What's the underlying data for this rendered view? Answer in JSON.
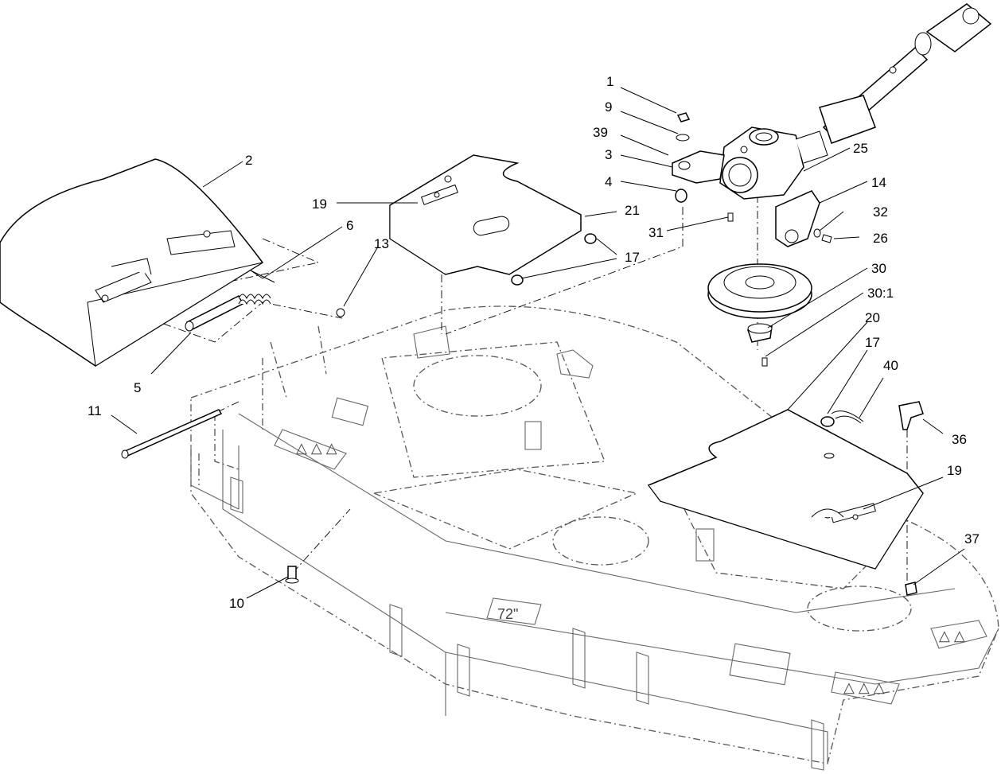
{
  "diagram": {
    "deck_size_label": "72\"",
    "callouts": [
      {
        "id": "c1",
        "label": "1"
      },
      {
        "id": "c9",
        "label": "9"
      },
      {
        "id": "c39",
        "label": "39"
      },
      {
        "id": "c3",
        "label": "3"
      },
      {
        "id": "c4",
        "label": "4"
      },
      {
        "id": "c25",
        "label": "25"
      },
      {
        "id": "c14",
        "label": "14"
      },
      {
        "id": "c32",
        "label": "32"
      },
      {
        "id": "c26",
        "label": "26"
      },
      {
        "id": "c31",
        "label": "31"
      },
      {
        "id": "c30",
        "label": "30"
      },
      {
        "id": "c30_1",
        "label": "30:1"
      },
      {
        "id": "c2",
        "label": "2"
      },
      {
        "id": "c6",
        "label": "6"
      },
      {
        "id": "c13",
        "label": "13"
      },
      {
        "id": "c19a",
        "label": "19"
      },
      {
        "id": "c21",
        "label": "21"
      },
      {
        "id": "c17a",
        "label": "17"
      },
      {
        "id": "c5",
        "label": "5"
      },
      {
        "id": "c11",
        "label": "11"
      },
      {
        "id": "c20",
        "label": "20"
      },
      {
        "id": "c17b",
        "label": "17"
      },
      {
        "id": "c40",
        "label": "40"
      },
      {
        "id": "c36",
        "label": "36"
      },
      {
        "id": "c19b",
        "label": "19"
      },
      {
        "id": "c37",
        "label": "37"
      },
      {
        "id": "c10",
        "label": "10"
      }
    ]
  }
}
